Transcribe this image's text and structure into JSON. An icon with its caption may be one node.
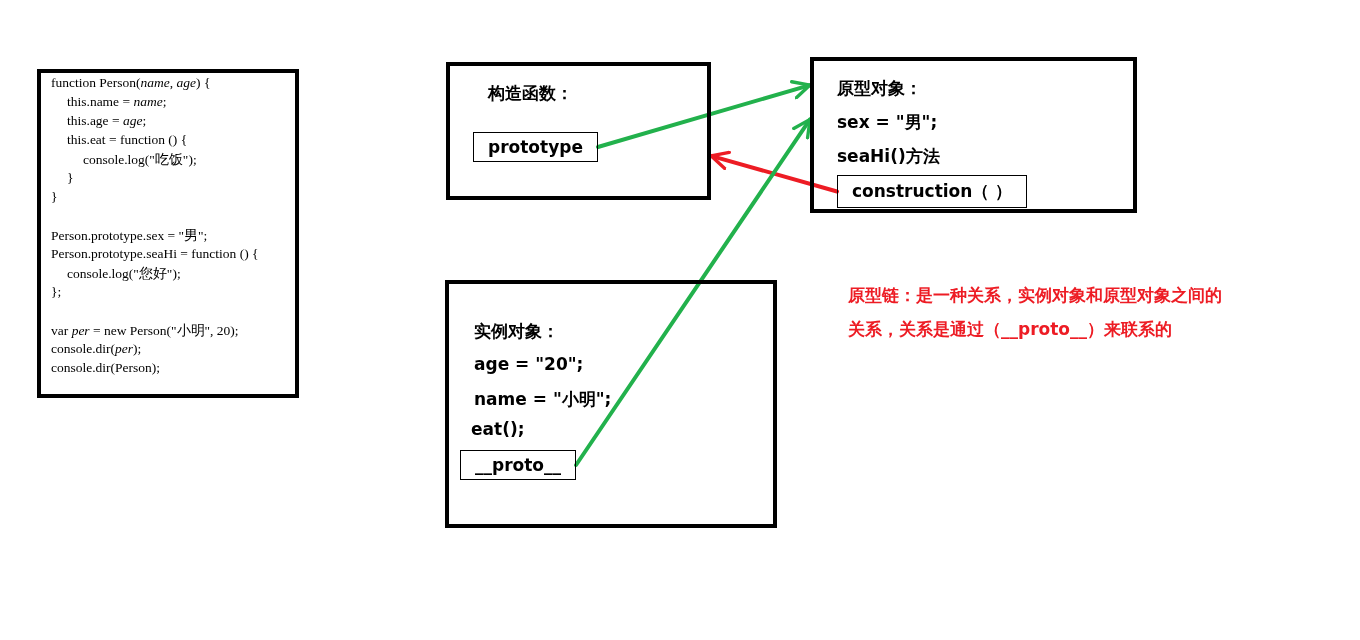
{
  "diagram": {
    "nodes": [
      {
        "text": [
          "function Person(*name*, *age*) {",
          "this.name = *name*;",
          "this.age = *age*;",
          "this.eat = function () {",
          "console.log(\"吃饭\");",
          "}",
          "}",
          "Person.prototype.sex = \"男\";",
          "Person.prototype.seaHi = function () {",
          "console.log(\"您好\");",
          "};",
          "var *per* = new Person(\"小明\", 20);",
          "console.dir(*per*);",
          "console.dir(Person);"
        ]
      },
      {
        "text": [
          "构造函数："
        ]
      },
      {
        "text": [
          "prototype"
        ],
        "in": 1
      },
      {
        "text": [
          "原型对象：",
          "sex = \"男\";",
          "seaHi()方法"
        ]
      },
      {
        "text": [
          "construction（ ）"
        ],
        "in": 3
      },
      {
        "text": [
          "实例对象：",
          "age = \"20\";",
          "name = \"小明\";",
          "eat();"
        ]
      },
      {
        "text": [
          "__proto__"
        ],
        "in": 5
      }
    ],
    "edges": [
      {
        "from": 2,
        "to": 3,
        "arrow": "to",
        "color": "#22b14c"
      },
      {
        "from": 4,
        "to": 1,
        "arrow": "to",
        "color": "#ed1c24"
      },
      {
        "from": 6,
        "to": 3,
        "arrow": "to",
        "color": "#22b14c"
      }
    ],
    "labels": [
      "原型链：是一种关系，实例对象和原型对象之间的关系，关系是通过（__proto__）来联系的"
    ]
  }
}
